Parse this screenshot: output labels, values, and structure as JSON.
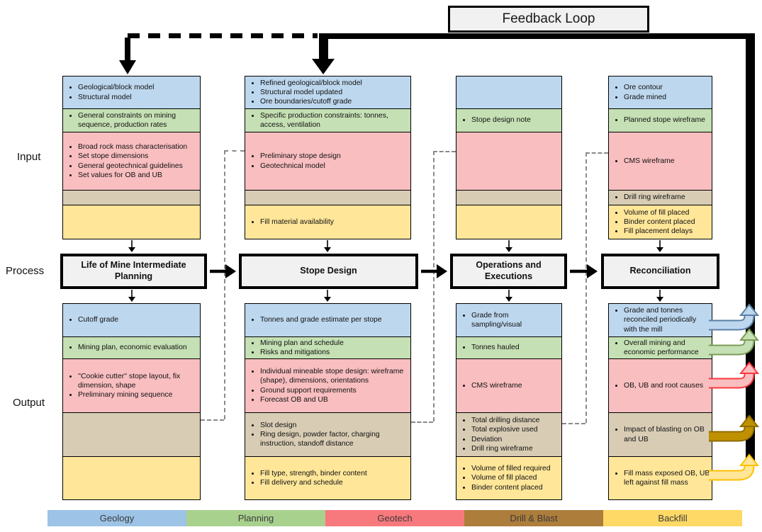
{
  "title": "Feedback Loop",
  "row_labels": {
    "input": "Input",
    "process": "Process",
    "output": "Output"
  },
  "columns": [
    {
      "process": "Life of Mine Intermediate Planning",
      "input": {
        "geology": [
          "Geological/block model",
          "Structural model"
        ],
        "planning": [
          "General constraints on mining sequence, production rates"
        ],
        "geotech": [
          "Broad rock mass characterisation",
          "Set stope dimensions",
          "General geotechnical guidelines",
          "Set values for OB and UB"
        ],
        "drill_blast": [],
        "backfill": []
      },
      "output": {
        "geology": [
          "Cutoff grade"
        ],
        "planning": [
          "Mining plan, economic evaluation"
        ],
        "geotech": [
          "''Cookie cutter'' stope layout, fix dimension, shape",
          "Preliminary mining sequence"
        ],
        "drill_blast": [],
        "backfill": []
      }
    },
    {
      "process": "Stope Design",
      "input": {
        "geology": [
          "Refined geological/block model",
          "Structural model updated",
          "Ore boundaries/cutoff grade"
        ],
        "planning": [
          "Specific production constraints: tonnes, access, ventilation"
        ],
        "geotech": [
          "Preliminary stope design",
          "Geotechnical model"
        ],
        "drill_blast": [],
        "backfill": [
          "Fill material availability"
        ]
      },
      "output": {
        "geology": [
          "Tonnes and grade estimate per stope"
        ],
        "planning": [
          "Mining plan and schedule",
          "Risks and mitigations"
        ],
        "geotech": [
          "Individual mineable stope design: wireframe (shape), dimensions, orientations",
          "Ground support requirements",
          "Forecast OB and UB"
        ],
        "drill_blast": [
          "Slot design",
          "Ring design, powder factor, charging instruction, standoff distance"
        ],
        "backfill": [
          "Fill type, strength, binder content",
          "Fill delivery and schedule"
        ]
      }
    },
    {
      "process": "Operations and Executions",
      "input": {
        "geology": [],
        "planning": [
          "Stope design note"
        ],
        "geotech": [],
        "drill_blast": [],
        "backfill": []
      },
      "output": {
        "geology": [
          "Grade from sampling/visual"
        ],
        "planning": [
          "Tonnes hauled"
        ],
        "geotech": [
          "CMS wireframe"
        ],
        "drill_blast": [
          "Total drilling distance",
          "Total explosive used",
          "Deviation",
          "Drill ring wireframe"
        ],
        "backfill": [
          "Volume of filled required",
          "Volume of fill placed",
          "Binder content placed"
        ]
      }
    },
    {
      "process": "Reconciliation",
      "input": {
        "geology": [
          "Ore contour",
          "Grade mined"
        ],
        "planning": [
          "Planned stope wireframe"
        ],
        "geotech": [
          "CMS wireframe"
        ],
        "drill_blast": [
          "Drill ring wireframe"
        ],
        "backfill": [
          "Volume of fill placed",
          "Binder content placed",
          "Fill placement delays"
        ]
      },
      "output": {
        "geology": [
          "Grade and tonnes reconciled periodically with the mill"
        ],
        "planning": [
          "Overall mining and economic performance"
        ],
        "geotech": [
          "OB, UB and root causes"
        ],
        "drill_blast": [
          "Impact of blasting on OB and UB"
        ],
        "backfill": [
          "Fill mass exposed OB, UB left against fill mass"
        ]
      }
    }
  ],
  "legend": [
    {
      "label": "Geology",
      "color": "#9DC3E6"
    },
    {
      "label": "Planning",
      "color": "#A9D18E"
    },
    {
      "label": "Geotech",
      "color": "#F8797D"
    },
    {
      "label": "Drill & Blast",
      "color": "#AD7D3C"
    },
    {
      "label": "Backfill",
      "color": "#FFD966"
    }
  ],
  "colors": {
    "geology_fill": "#BDD7EE",
    "planning_fill": "#C5E0B4",
    "geotech_fill": "#F9BEC0",
    "drill_blast_fill": "#D8CCB4",
    "backfill_fill": "#FFE699",
    "feedback_line": "#000000",
    "connector_dashed": "#8A8A8A",
    "return_arrow_geology": {
      "fill": "#BDD7EE",
      "border": "#5B80A5"
    },
    "return_arrow_planning": {
      "fill": "#C5E0B4",
      "border": "#7C9C56"
    },
    "return_arrow_geotech": {
      "fill": "#F9BEC0",
      "border": "#F93A3E"
    },
    "return_arrow_drill_blast": {
      "fill": "#BF9000",
      "border": "#8F6C00"
    },
    "return_arrow_backfill": {
      "fill": "#FFE699",
      "border": "#FFC000"
    }
  }
}
